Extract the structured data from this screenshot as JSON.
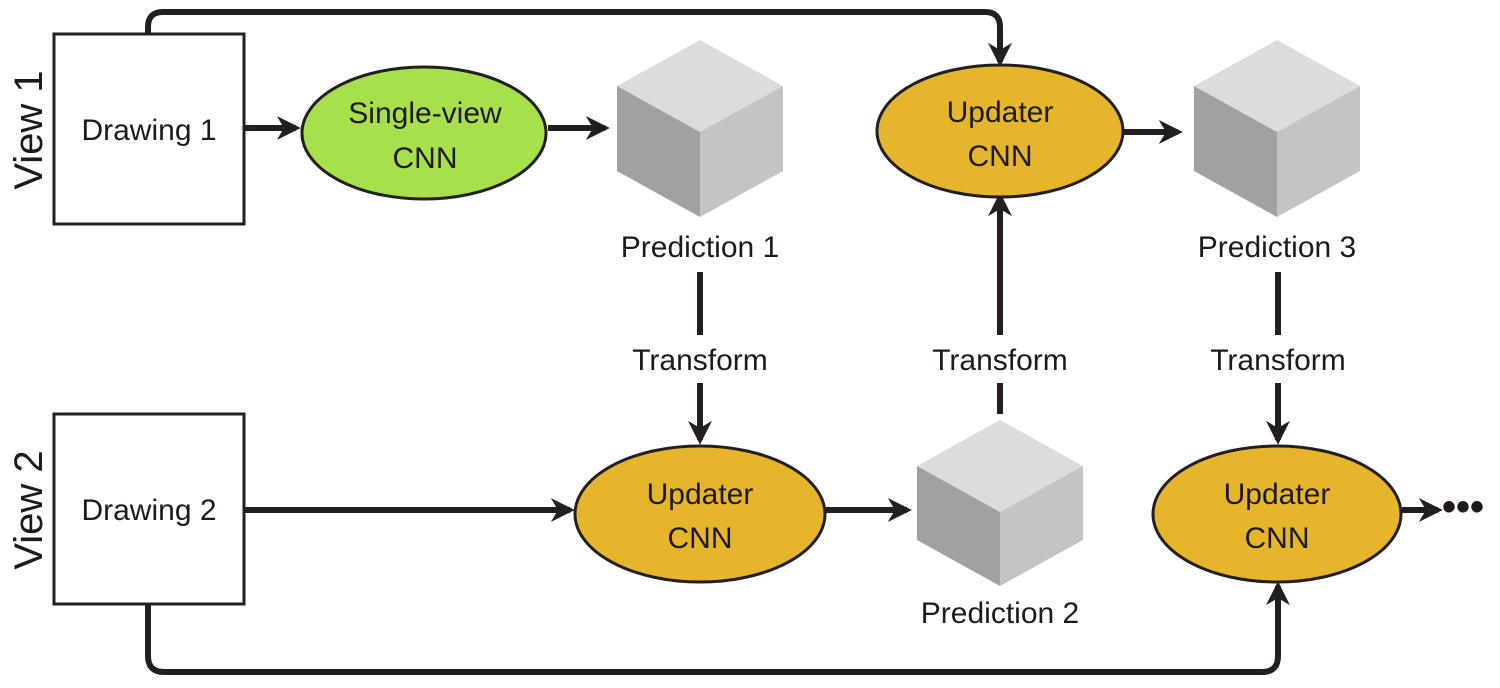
{
  "views": {
    "view1": "View 1",
    "view2": "View 2"
  },
  "drawings": {
    "drawing1": "Drawing 1",
    "drawing2": "Drawing 2"
  },
  "nodes": {
    "single_view_cnn": [
      "Single-view",
      "CNN"
    ],
    "updater_cnn": [
      "Updater",
      "CNN"
    ]
  },
  "predictions": {
    "p1": "Prediction 1",
    "p2": "Prediction 2",
    "p3": "Prediction 3"
  },
  "transform_label": "Transform",
  "continuation": "•••",
  "colors": {
    "single_view": "#a8e04c",
    "updater": "#e5b52b",
    "stroke": "#231f20",
    "cube_top": "#dcdcdc",
    "cube_left": "#a1a1a1",
    "cube_right": "#c4c4c4"
  },
  "icons": {
    "cube": "3d-cube-icon",
    "arrow": "arrow-head"
  }
}
